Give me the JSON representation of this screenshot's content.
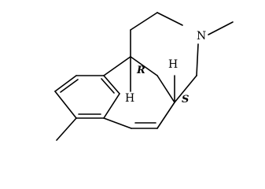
{
  "molecule": {
    "atoms": {
      "nitrogen": "N",
      "hydrogen_top": "H",
      "hydrogen_bottom": "H"
    },
    "stereo_labels": {
      "r_center": "R",
      "s_center": "S"
    },
    "substituents": {
      "n_methyl": "",
      "ring_methyl": ""
    }
  }
}
